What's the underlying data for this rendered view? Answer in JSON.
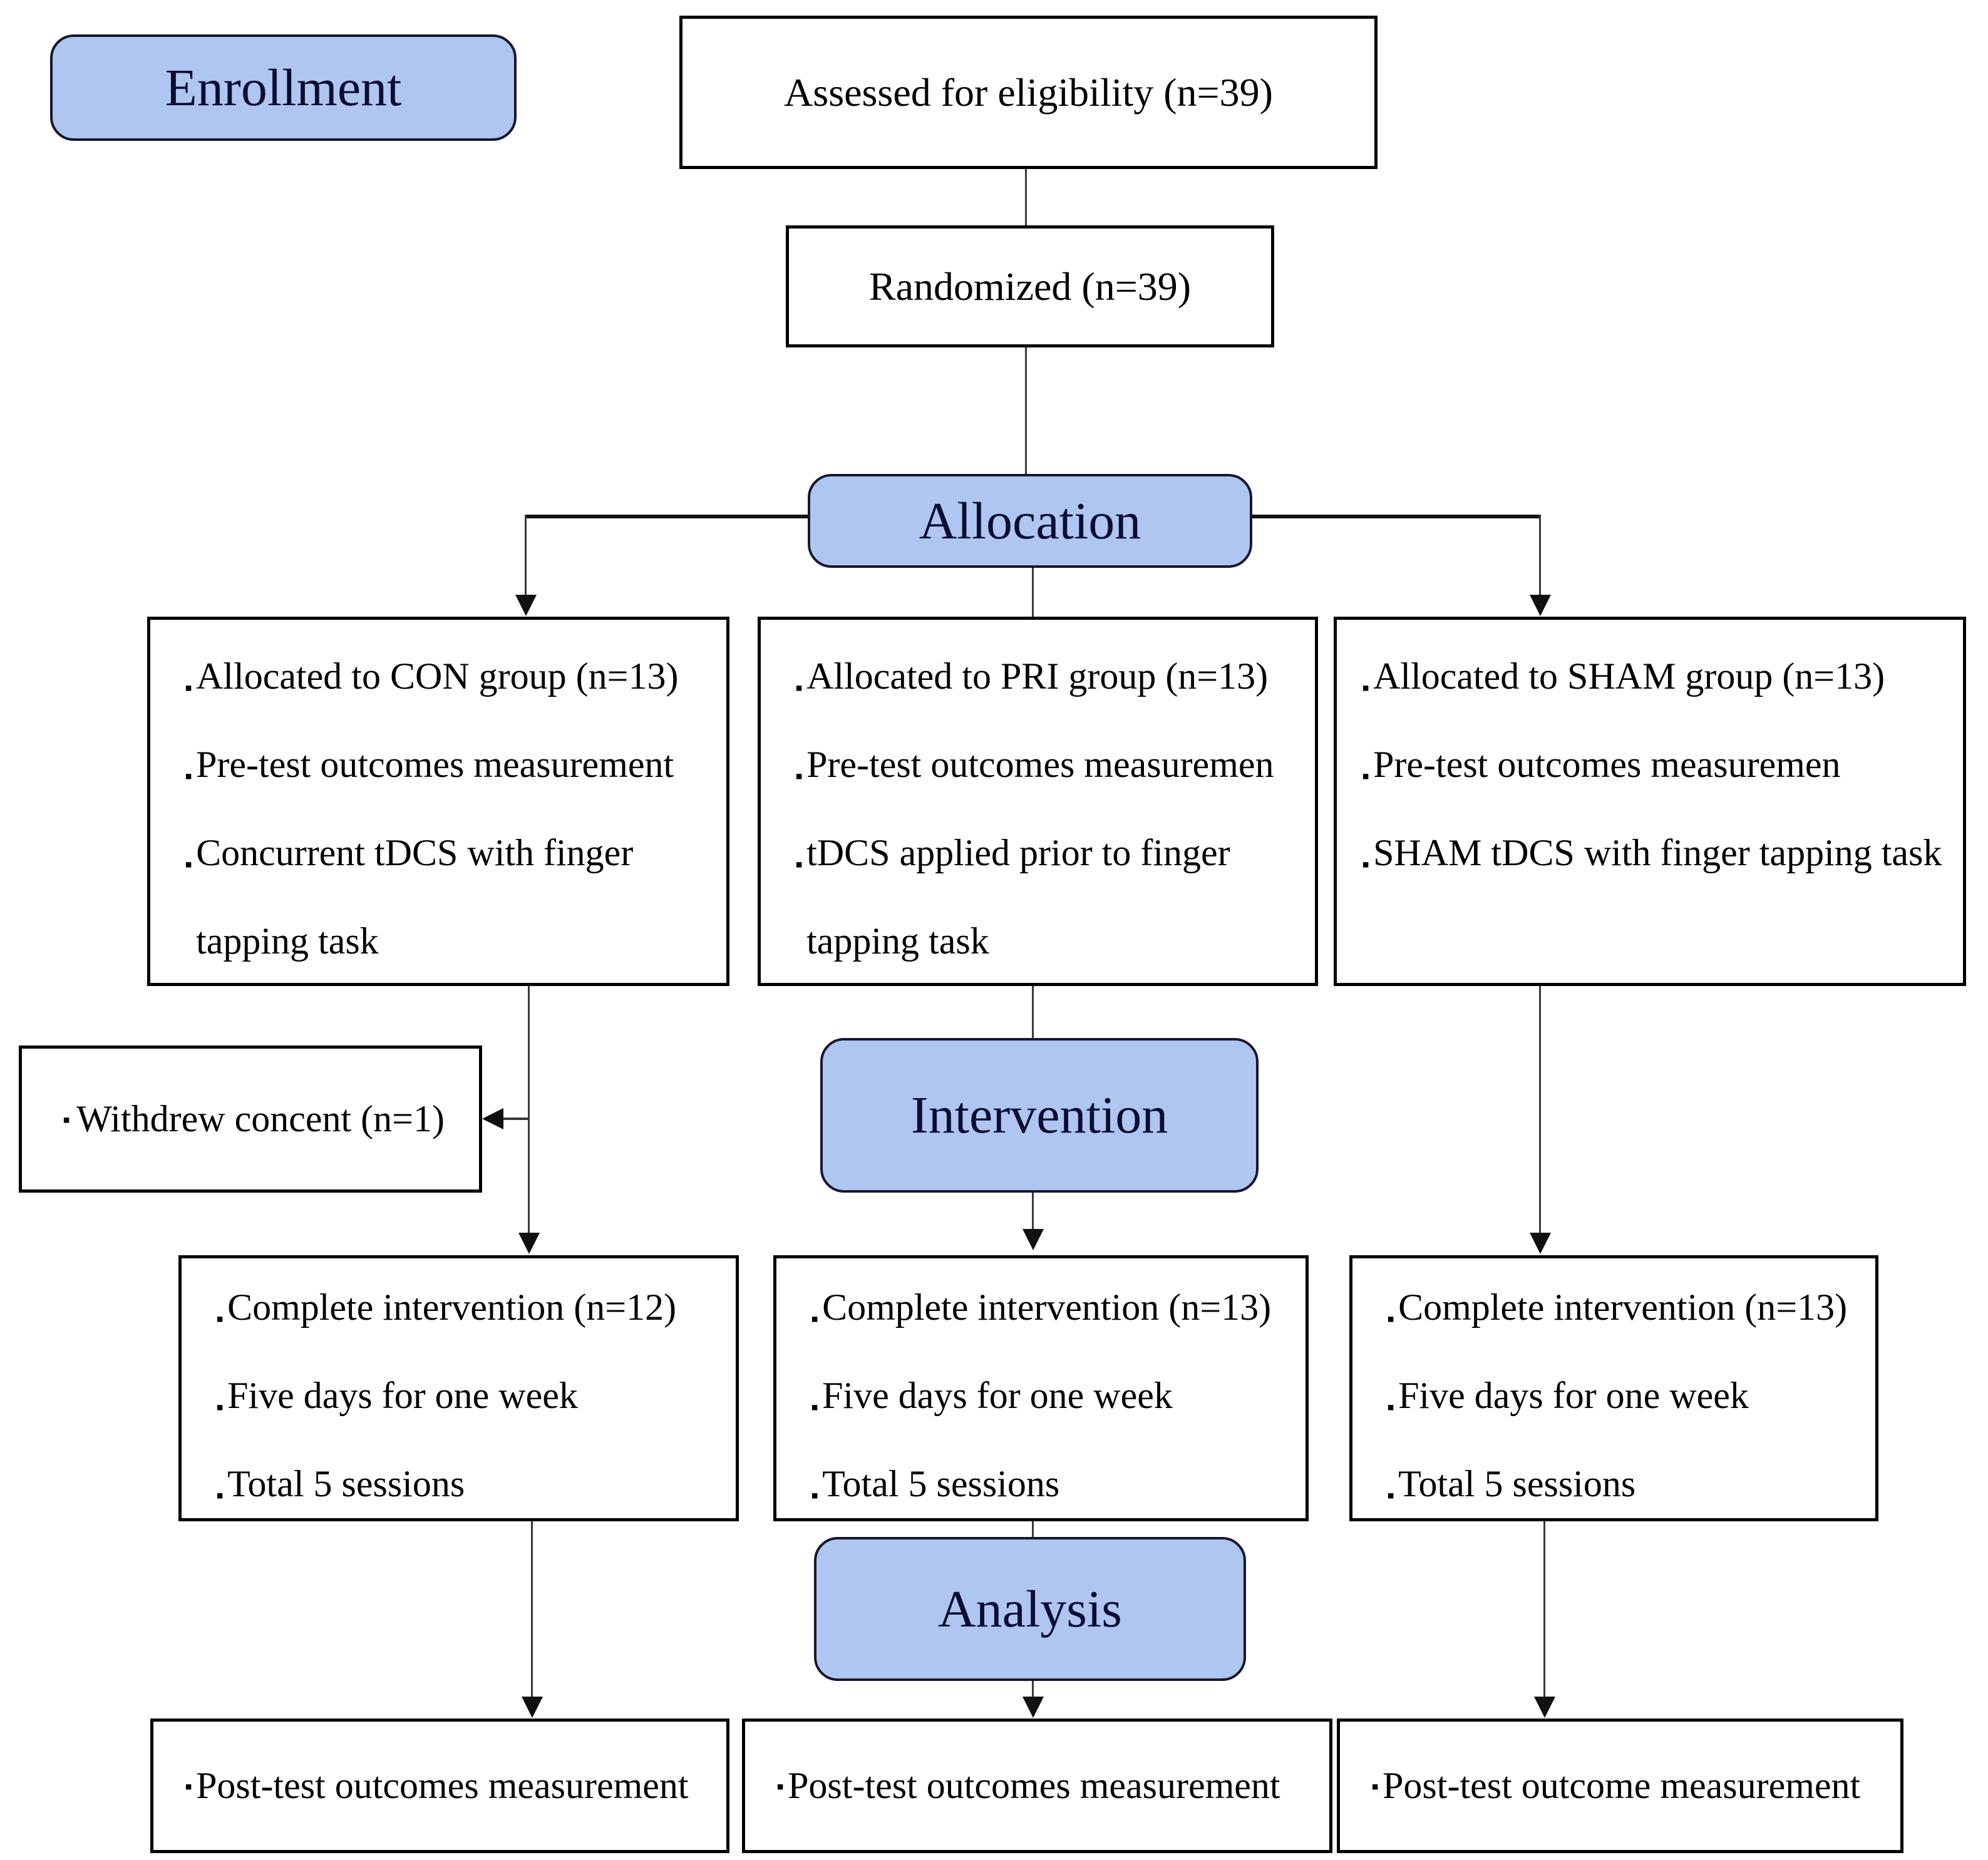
{
  "figure": {
    "background": "#ffffff",
    "stage_fill": "#aec6f0",
    "stage_border": "#16162e",
    "stage_text_color": "#0d0d33",
    "box_border": "#000000",
    "line_color": "#3a3a3a"
  },
  "bullet": "▪",
  "stages": {
    "enrollment": "Enrollment",
    "allocation": "Allocation",
    "intervention": "Intervention",
    "analysis": "Analysis"
  },
  "enrollment": {
    "assessed": "Assessed for eligibility (n=39)",
    "randomized": "Randomized (n=39)"
  },
  "allocation": {
    "con": [
      "Allocated to CON group (n=13)",
      "Pre-test outcomes measurement",
      "Concurrent tDCS with finger tapping task"
    ],
    "pri": [
      "Allocated to PRI group (n=13)",
      "Pre-test outcomes measuremen",
      "tDCS applied prior to finger tapping task"
    ],
    "sham": [
      "Allocated to SHAM group (n=13)",
      "Pre-test outcomes measuremen",
      "SHAM tDCS with finger tapping task"
    ]
  },
  "withdrew": "Withdrew concent (n=1)",
  "intervention": {
    "con": [
      "Complete intervention (n=12)",
      "Five days for one week",
      "Total 5 sessions"
    ],
    "pri": [
      "Complete intervention (n=13)",
      "Five days for one week",
      "Total 5 sessions"
    ],
    "sham": [
      "Complete intervention (n=13)",
      "Five days for one week",
      "Total 5 sessions"
    ]
  },
  "analysis": {
    "con": "Post-test outcomes measurement",
    "pri": "Post-test outcomes measurement",
    "sham": "Post-test outcome measurement"
  }
}
